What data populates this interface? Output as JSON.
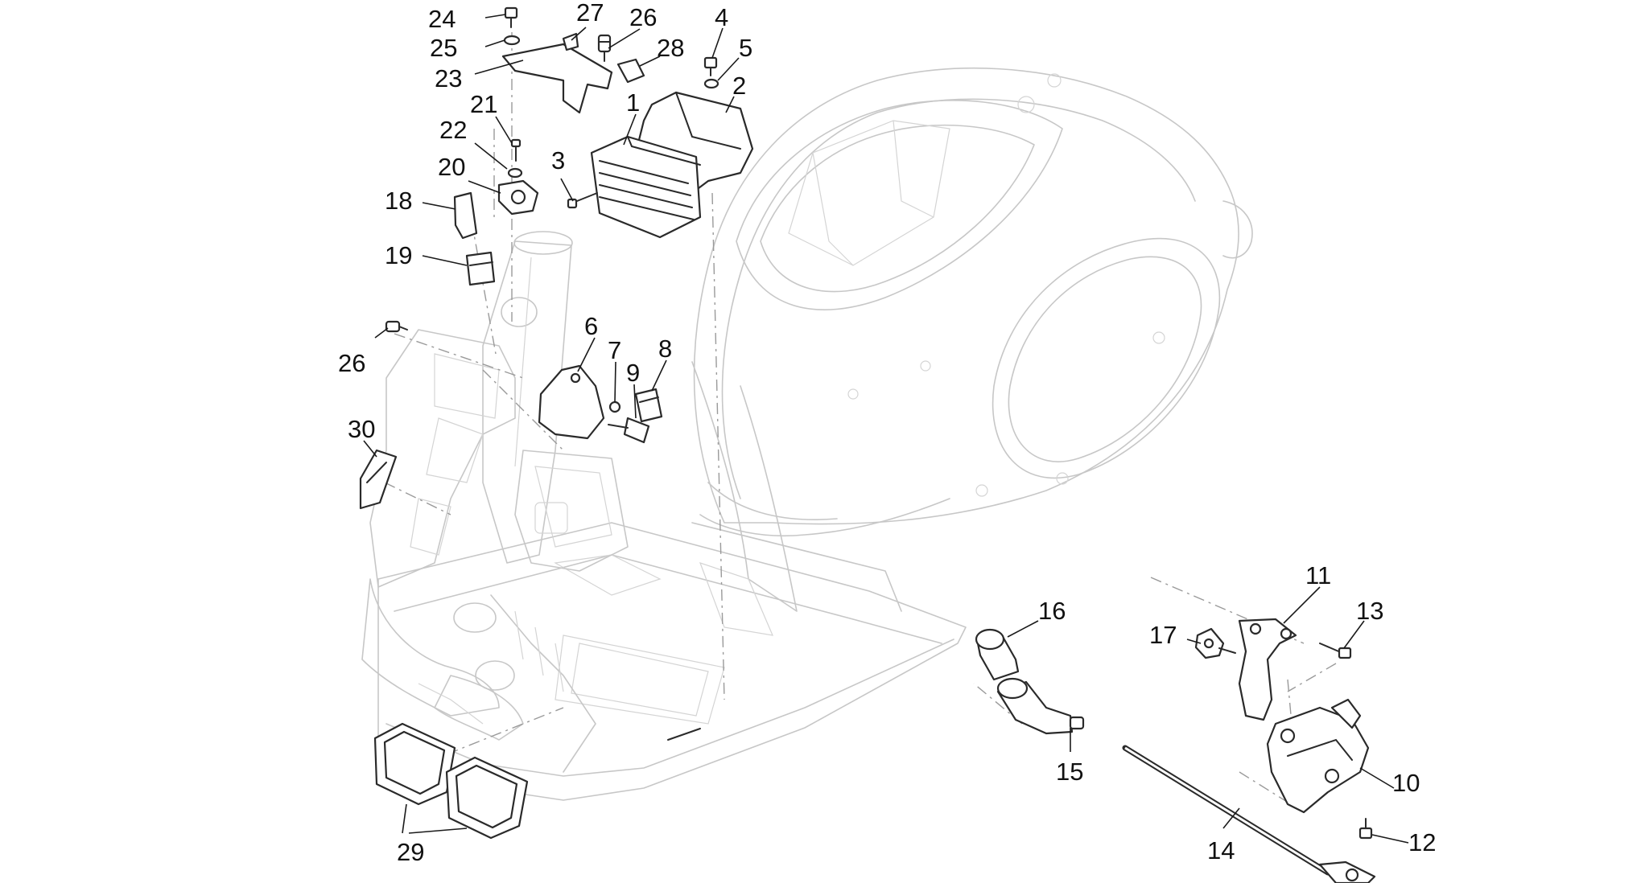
{
  "labels": [
    {
      "id": "1",
      "text": "1"
    },
    {
      "id": "2",
      "text": "2"
    },
    {
      "id": "3",
      "text": "3"
    },
    {
      "id": "4",
      "text": "4"
    },
    {
      "id": "5",
      "text": "5"
    },
    {
      "id": "6",
      "text": "6"
    },
    {
      "id": "7",
      "text": "7"
    },
    {
      "id": "8",
      "text": "8"
    },
    {
      "id": "9",
      "text": "9"
    },
    {
      "id": "10",
      "text": "10"
    },
    {
      "id": "11",
      "text": "11"
    },
    {
      "id": "12",
      "text": "12"
    },
    {
      "id": "13",
      "text": "13"
    },
    {
      "id": "14",
      "text": "14"
    },
    {
      "id": "15",
      "text": "15"
    },
    {
      "id": "16",
      "text": "16"
    },
    {
      "id": "17",
      "text": "17"
    },
    {
      "id": "18",
      "text": "18"
    },
    {
      "id": "19",
      "text": "19"
    },
    {
      "id": "20",
      "text": "20"
    },
    {
      "id": "21",
      "text": "21"
    },
    {
      "id": "22",
      "text": "22"
    },
    {
      "id": "23",
      "text": "23"
    },
    {
      "id": "24",
      "text": "24"
    },
    {
      "id": "25",
      "text": "25"
    },
    {
      "id": "26a",
      "text": "26"
    },
    {
      "id": "26b",
      "text": "26"
    },
    {
      "id": "27",
      "text": "27"
    },
    {
      "id": "28",
      "text": "28"
    },
    {
      "id": "29",
      "text": "29"
    },
    {
      "id": "30",
      "text": "30"
    }
  ],
  "colors": {
    "background": "#ffffff",
    "frame_outline": "#c7c7c7",
    "part_outline": "#2a2a2a",
    "label_text": "#111111"
  }
}
